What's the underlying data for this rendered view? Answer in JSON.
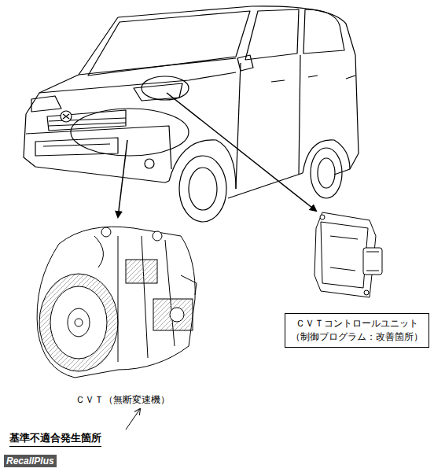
{
  "diagram": {
    "nodes": [
      {
        "text": [
          "ＣＶＴコントロールユニット",
          "（制御プログラム：改善箇所）"
        ]
      }
    ],
    "labels": [
      "ＣＶＴ（無断変速機）",
      "基準不適合発生箇所",
      "RecallPlus"
    ]
  }
}
